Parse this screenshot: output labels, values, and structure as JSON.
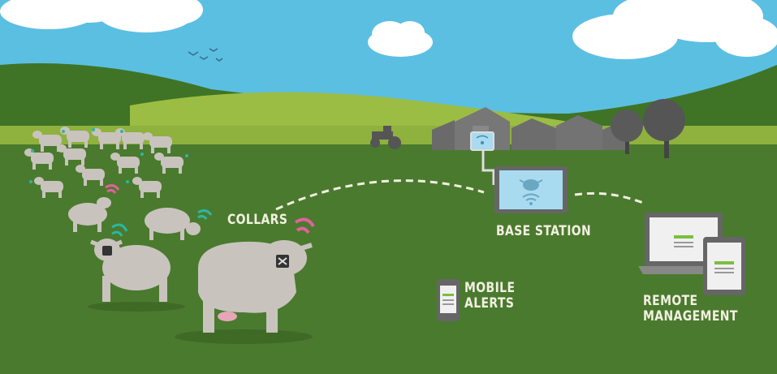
{
  "labels": {
    "collars": "COLLARS",
    "base_station": "BASE STATION",
    "mobile_alerts_line1": "MOBILE",
    "mobile_alerts_line2": "ALERTS",
    "remote_management_line1": "REMOTE",
    "remote_management_line2": "MANAGEMENT"
  },
  "icons": {
    "signal": "wifi-signal-icon",
    "tractor": "tractor-icon",
    "barn": "barn-icon",
    "laptop": "laptop-icon",
    "tablet": "tablet-icon",
    "phone": "mobile-phone-icon"
  },
  "colors": {
    "sky": "#5bbfe2",
    "grass_dark": "#4a7a2e",
    "grass_light": "#9cbd43",
    "cow": "#c9c3bd",
    "signal_pink": "#e0629a",
    "signal_teal": "#2bb7a3",
    "screen_blue": "#a9dbf0",
    "label_cream": "#f3f0e2"
  }
}
